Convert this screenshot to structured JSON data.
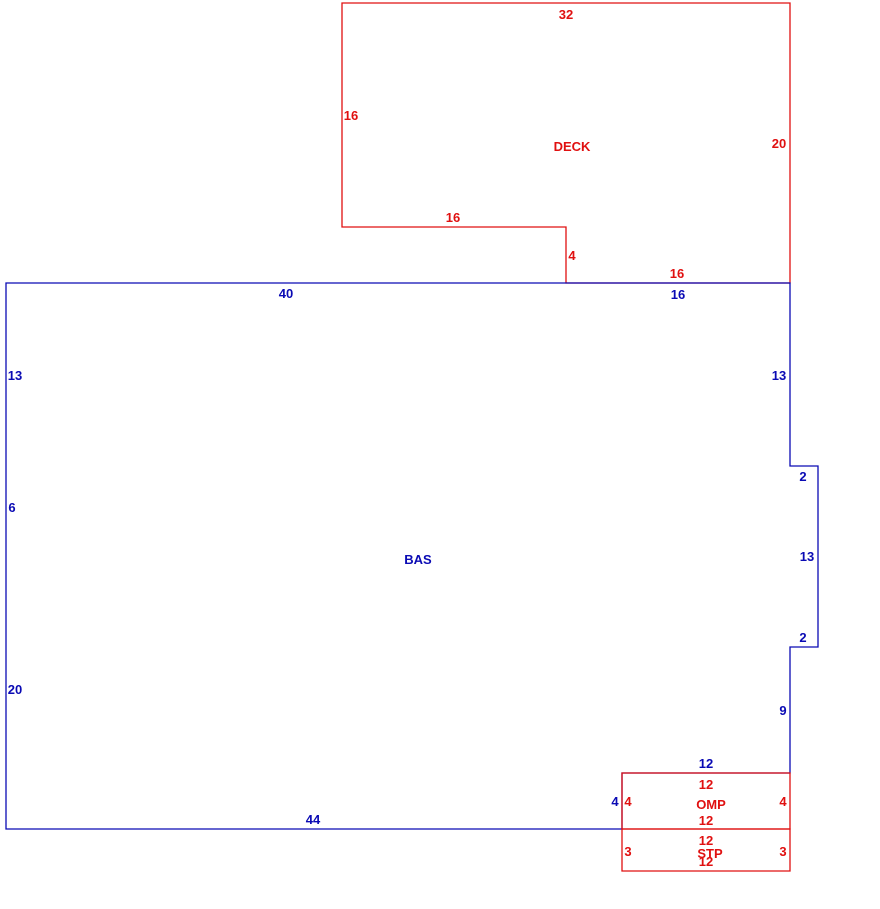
{
  "colors": {
    "red": "#e01010",
    "blue": "#0a0ab4",
    "background": "#ffffff"
  },
  "areas": {
    "deck": {
      "label": "DECK",
      "dims": {
        "top": "32",
        "left": "16",
        "right": "20",
        "step_bottom": "16",
        "step_vertical": "4",
        "bottom_right": "16"
      }
    },
    "bas": {
      "label": "BAS",
      "dims": {
        "top_left": "40",
        "top_right": "16",
        "left_upper": "13",
        "left_mid": "6",
        "left_lower": "20",
        "right_upper": "13",
        "bump_top": "2",
        "bump_side": "13",
        "bump_bottom": "2",
        "right_lower": "9",
        "bottom": "44",
        "notch_top": "12",
        "notch_left": "4"
      }
    },
    "omp": {
      "label": "OMP",
      "dims": {
        "top": "12",
        "left": "4",
        "right": "4",
        "bottom": "12"
      }
    },
    "stp": {
      "label": "STP",
      "dims": {
        "top": "12",
        "left": "3",
        "right": "3",
        "bottom": "12"
      }
    }
  }
}
